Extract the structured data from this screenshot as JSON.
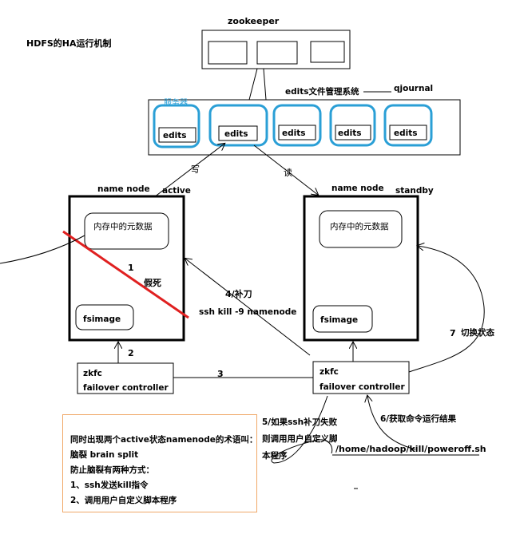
{
  "title": "HDFS的HA运行机制",
  "zookeeper": {
    "label": "zookeeper"
  },
  "journal": {
    "system_label": "edits文件管理系统",
    "qjournal_label": "qjournal",
    "partial_label": "服务器",
    "edits": [
      "edits",
      "edits",
      "edits",
      "edits",
      "edits"
    ]
  },
  "arrows": {
    "write": "写",
    "read": "读"
  },
  "active_namenode": {
    "label": "name node",
    "status": "active",
    "memory": "内存中的元数据",
    "fsimage": "fsimage",
    "step_number": "1",
    "fake_dead": "假死"
  },
  "standby_namenode": {
    "label": "name node",
    "status": "standby",
    "memory": "内存中的元数据",
    "fsimage": "fsimage"
  },
  "fencing": {
    "title": "4/补刀",
    "command": "ssh kill -9 namenode"
  },
  "zkfc_left": {
    "line1": "zkfc",
    "line2": "failover controller"
  },
  "zkfc_right": {
    "line1": "zkfc",
    "line2": "failover controller"
  },
  "steps": {
    "two": "2",
    "three": "3",
    "five_line1": "5/如果ssh补刀失败",
    "five_line2": "则调用用户自定义脚",
    "five_line3": "本程序",
    "six": "6/获取命令运行结果",
    "seven_number": "7",
    "seven_text": "切换状态"
  },
  "script_path": "/home/hadoop/kill/poweroff.sh",
  "note": {
    "line1": "同时出现两个active状态namenode的术语叫：",
    "line2": "脑裂 brain split",
    "line3": "防止脑裂有两种方式：",
    "line4": "1、ssh发送kill指令",
    "line5": "2、调用用户自定义脚本程序"
  },
  "colors": {
    "accent_blue": "#2a9fd6",
    "red": "#e02020",
    "note_border": "#f0a868"
  }
}
